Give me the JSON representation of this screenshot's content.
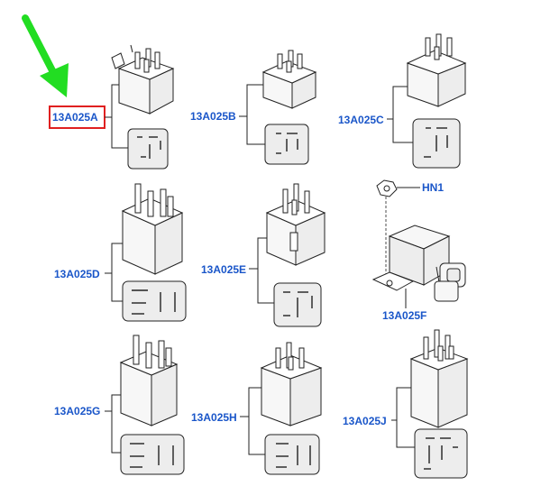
{
  "arrow_color": "#22dd22",
  "label_color": "#1a56c9",
  "highlight_color": "#e02020",
  "parts": [
    {
      "id": "a",
      "label": "13A025A",
      "selected": true
    },
    {
      "id": "b",
      "label": "13A025B"
    },
    {
      "id": "c",
      "label": "13A025C"
    },
    {
      "id": "d",
      "label": "13A025D"
    },
    {
      "id": "e",
      "label": "13A025E"
    },
    {
      "id": "f",
      "label": "13A025F"
    },
    {
      "id": "g",
      "label": "13A025G"
    },
    {
      "id": "h",
      "label": "13A025H"
    },
    {
      "id": "j",
      "label": "13A025J"
    }
  ],
  "hardware": [
    {
      "id": "hn1",
      "label": "HN1"
    }
  ]
}
